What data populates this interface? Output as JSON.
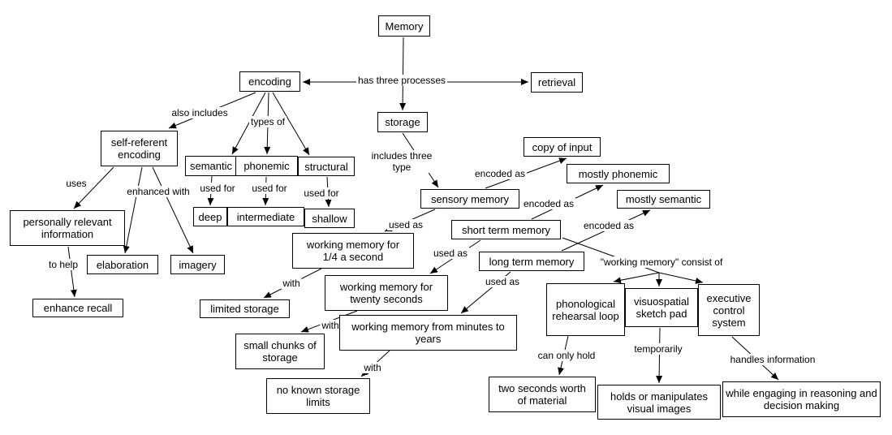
{
  "diagram": {
    "colors": {
      "line": "#000000",
      "box_border": "#000000",
      "box_background": "#ffffff",
      "text": "#000000",
      "page_background": "#ffffff"
    },
    "nodes": {
      "memory": "Memory",
      "encoding": "encoding",
      "retrieval": "retrieval",
      "storage": "storage",
      "self_referent": "self-referent encoding",
      "semantic": "semantic",
      "phonemic": "phonemic",
      "structural": "structural",
      "copy_of_input": "copy of input",
      "mostly_phonemic": "mostly phonemic",
      "mostly_semantic": "mostly semantic",
      "sensory_memory": "sensory memory",
      "deep": "deep",
      "intermediate": "intermediate",
      "shallow": "shallow",
      "short_term_memory": "short term memory",
      "personally_relevant": "personally relevant information",
      "wm_quarter_second": "working memory for 1/4 a second",
      "long_term_memory": "long term memory",
      "elaboration": "elaboration",
      "imagery": "imagery",
      "wm_twenty_seconds": "working memory for twenty seconds",
      "phonological_loop": "phonological rehearsal loop",
      "visuospatial_sketchpad": "visuospatial sketch pad",
      "executive_control": "executive control system",
      "limited_storage": "limited storage",
      "enhance_recall": "enhance recall",
      "wm_minutes_years": "working memory from minutes to years",
      "small_chunks": "small chunks of storage",
      "two_seconds_worth": "two seconds worth of material",
      "holds_visual_images": "holds or manipulates visual images",
      "while_engaging": "while engaging in reasoning and decision making",
      "no_known_limits": "no known storage limits"
    },
    "links": {
      "has_three_processes": "has three processes",
      "also_includes": "also includes",
      "types_of": "types of",
      "includes_three_type": "includes three type",
      "encoded_as_1": "encoded as",
      "encoded_as_2": "encoded as",
      "encoded_as_3": "encoded as",
      "uses": "uses",
      "enhanced_with": "enhanced with",
      "used_for_1": "used for",
      "used_for_2": "used for",
      "used_for_3": "used for",
      "used_as_1": "used as",
      "used_as_2": "used as",
      "used_as_3": "used as",
      "with_1": "with",
      "with_2": "with",
      "with_3": "with",
      "to_help": "to help",
      "wm_consist_of": "\"working memory\" consist of",
      "can_only_hold": "can only hold",
      "temporarily": "temporarily",
      "handles_information": "handles information"
    }
  }
}
